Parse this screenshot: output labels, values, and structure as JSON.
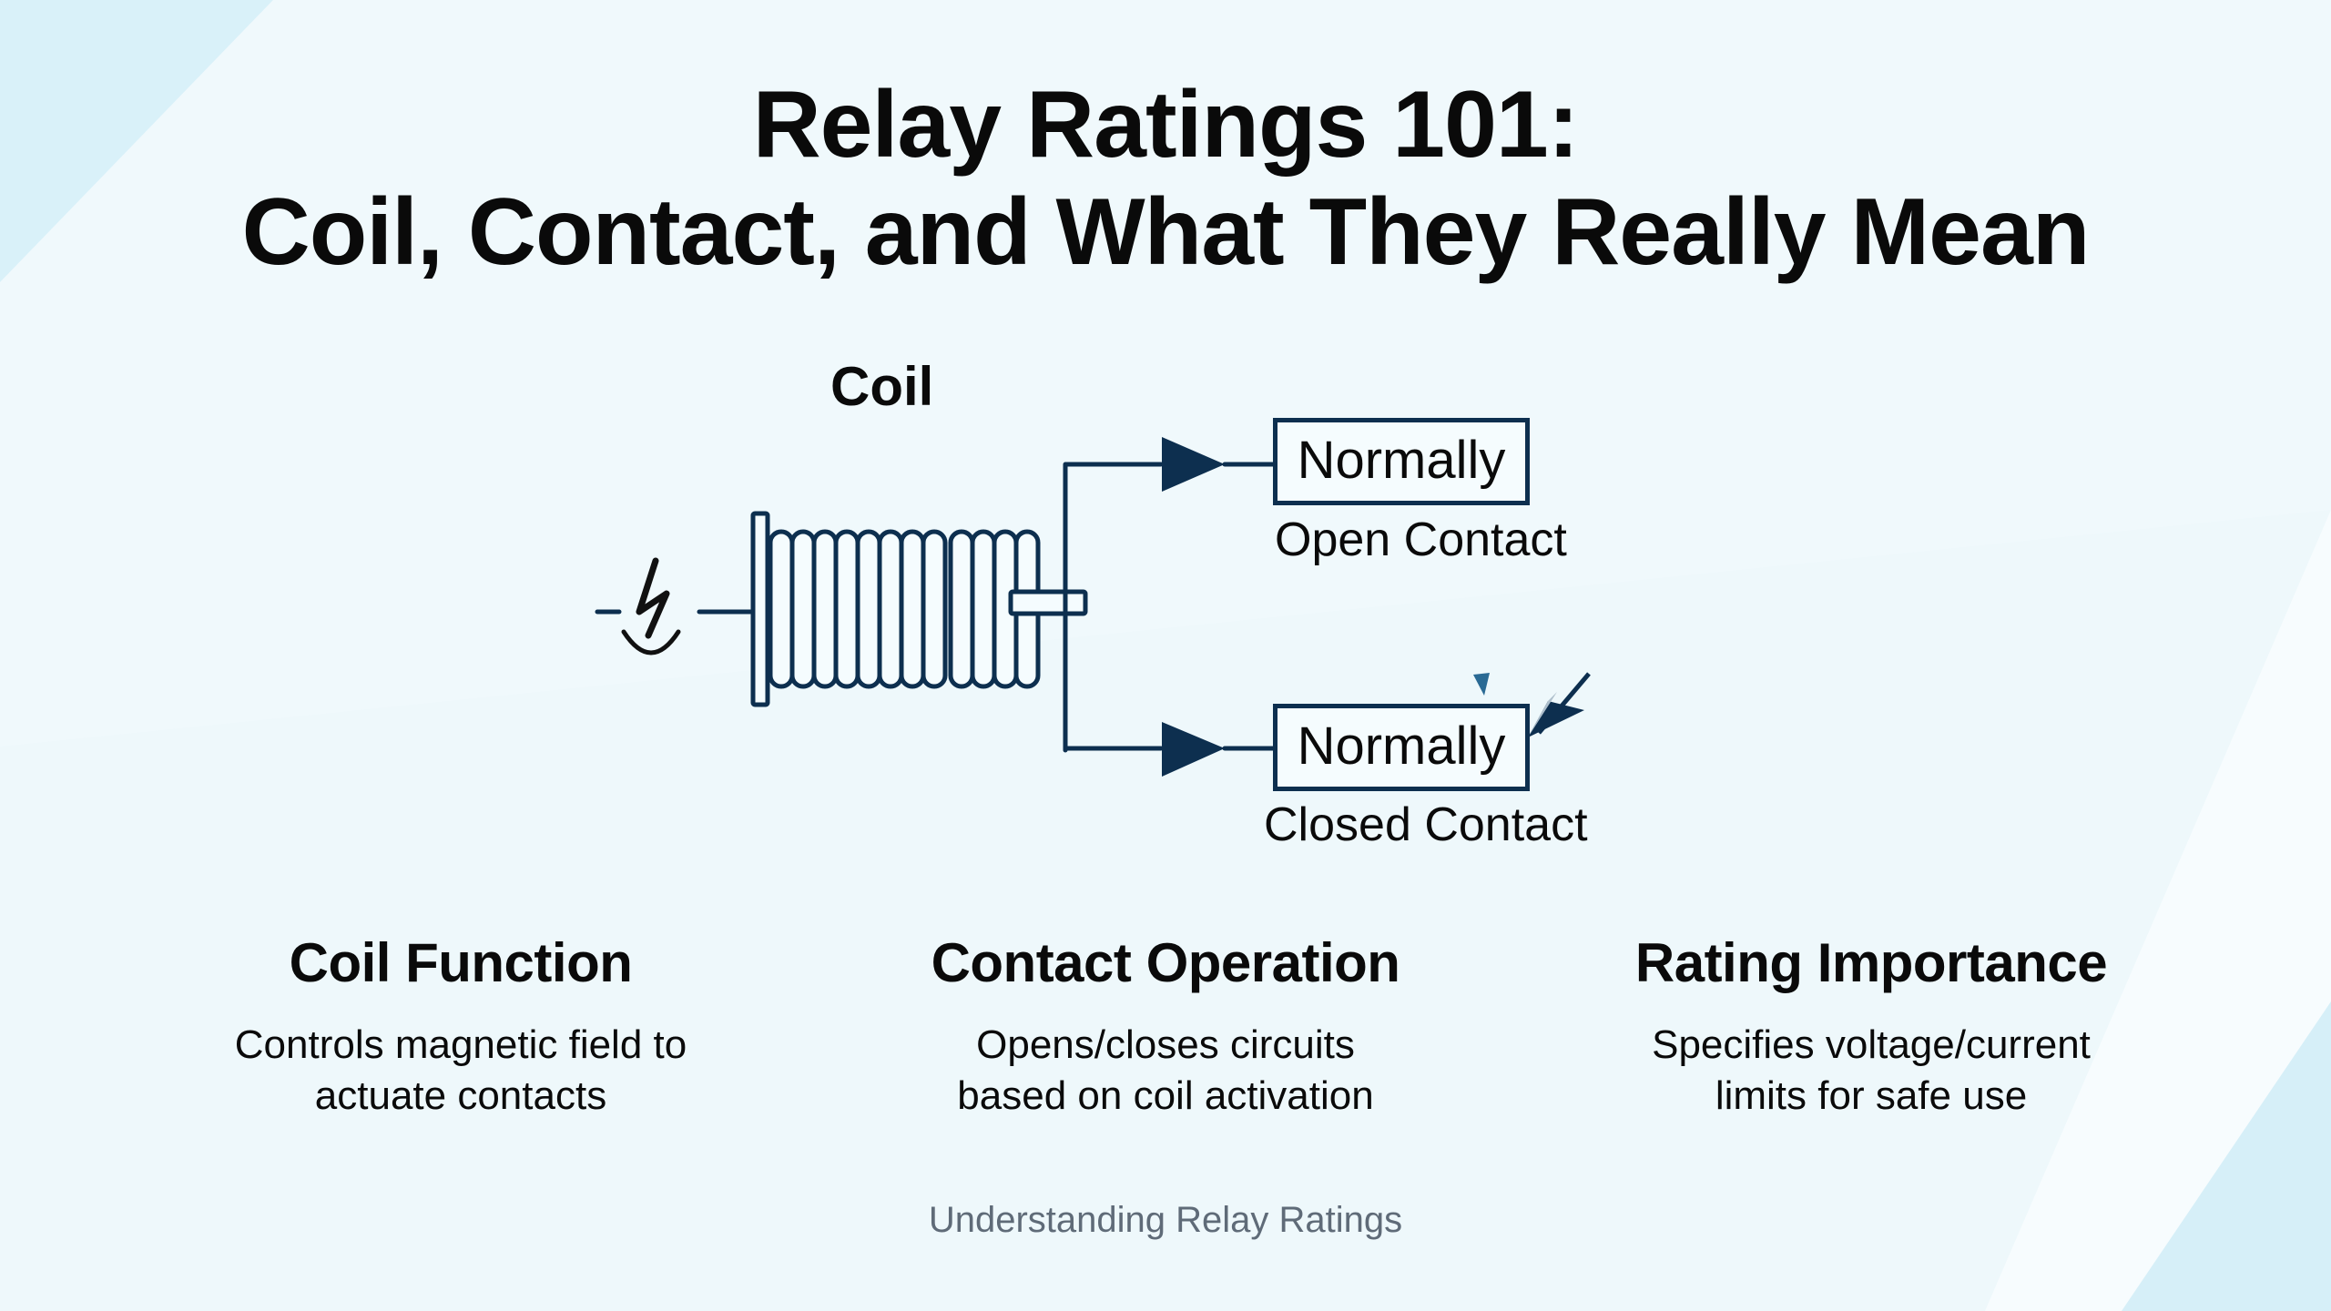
{
  "title": {
    "line1": "Relay Ratings 101:",
    "line2": "Coil, Contact, and What They Really Mean"
  },
  "diagram": {
    "coil_label": "Coil",
    "contacts": [
      {
        "box_label": "Normally",
        "sub_label": "Open Contact"
      },
      {
        "box_label": "Normally",
        "sub_label": "Closed Contact"
      }
    ],
    "colors": {
      "stroke": "#0d2f4f",
      "accent": "#2a6a94",
      "background": "#eef8fb"
    }
  },
  "columns": [
    {
      "heading": "Coil Function",
      "line1": "Controls magnetic field to",
      "line2": "actuate contacts"
    },
    {
      "heading": "Contact Operation",
      "line1": "Opens/closes circuits",
      "line2": "based on coil activation"
    },
    {
      "heading": "Rating Importance",
      "line1": "Specifies voltage/current",
      "line2": "limits for safe use"
    }
  ],
  "footer": "Understanding Relay Ratings"
}
